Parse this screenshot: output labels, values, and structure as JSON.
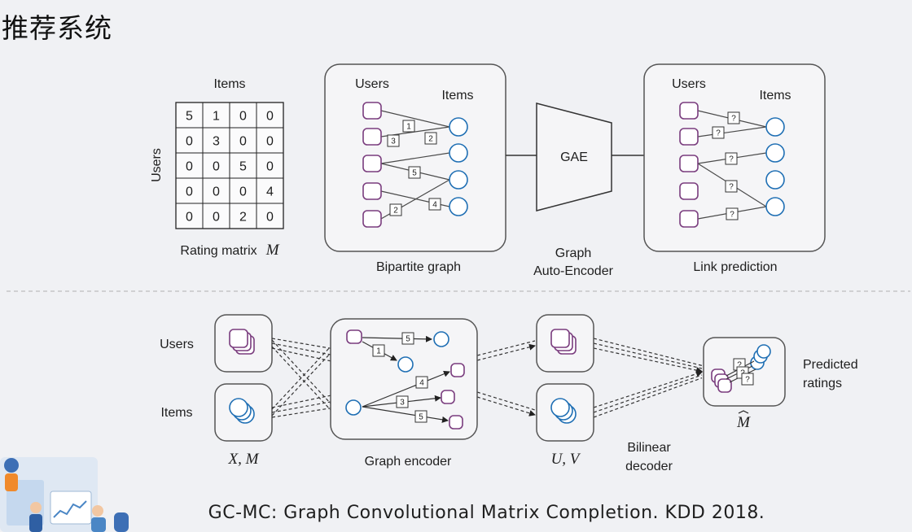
{
  "page": {
    "title": "推荐系统",
    "citation": "GC-MC: Graph Convolutional Matrix Completion. KDD 2018."
  },
  "rating_matrix": {
    "col_header": "Items",
    "row_header": "Users",
    "caption": "Rating matrix",
    "caption_symbol": "M",
    "rows": [
      [
        "5",
        "1",
        "0",
        "0"
      ],
      [
        "0",
        "3",
        "0",
        "0"
      ],
      [
        "0",
        "0",
        "5",
        "0"
      ],
      [
        "0",
        "0",
        "0",
        "4"
      ],
      [
        "0",
        "0",
        "2",
        "0"
      ]
    ]
  },
  "bipartite": {
    "users_label": "Users",
    "items_label": "Items",
    "caption": "Bipartite graph",
    "edges": [
      "1",
      "3",
      "2",
      "5",
      "2",
      "4"
    ]
  },
  "gae": {
    "box_label": "GAE",
    "caption_line1": "Graph",
    "caption_line2": "Auto-Encoder"
  },
  "link_prediction": {
    "users_label": "Users",
    "items_label": "Items",
    "caption": "Link prediction",
    "edge_symbol": "?"
  },
  "bottom": {
    "users_label": "Users",
    "items_label": "Items",
    "inputs_symbol": "X, M",
    "encoder_caption": "Graph encoder",
    "encoder_edges": [
      "5",
      "1",
      "4",
      "3",
      "5"
    ],
    "embeddings_symbol": "U, V",
    "decoder_line1": "Bilinear",
    "decoder_line2": "decoder",
    "output_symbol": "M",
    "output_line1": "Predicted",
    "output_line2": "ratings",
    "output_edge_symbol": "?"
  },
  "colors": {
    "user_node": "#7a3d7e",
    "item_node": "#1f6fb4",
    "box_border": "#555555",
    "box_fill": "#f5f5f7",
    "edge_line": "#4a4a4a",
    "separator": "#bdbdbd"
  }
}
